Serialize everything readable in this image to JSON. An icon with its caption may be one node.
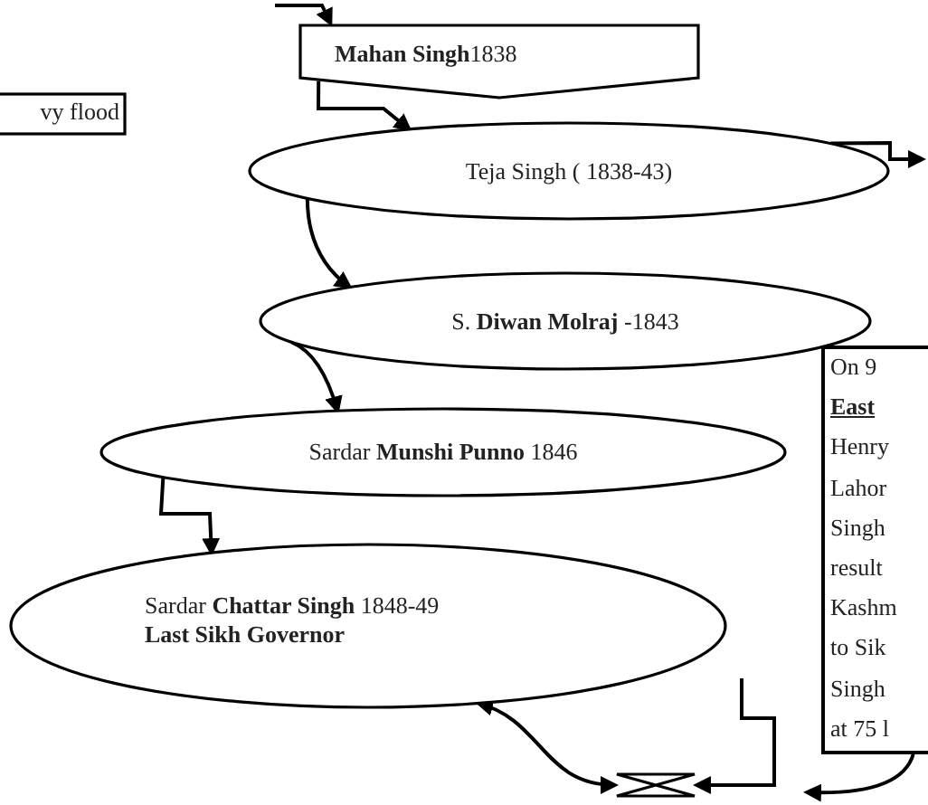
{
  "diagram": {
    "nodes": [
      {
        "text": [
          "vy flood"
        ]
      },
      {
        "text": [
          "**Mahan Singh**1838"
        ]
      },
      {
        "text": [
          "Teja Singh ( 1838-43)"
        ]
      },
      {
        "text": [
          "S. **Diwan Molraj** -1843"
        ]
      },
      {
        "text": [
          "Sardar **Munshi Punno** 1846"
        ]
      },
      {
        "text": [
          "Sardar **Chattar Singh**  1848-49",
          "Last Sikh Governor"
        ]
      },
      {
        "text": [
          "On 9 **East** Henry Lahor Singh result Kashm to Sik Singh at 75 l"
        ]
      },
      {
        "text": [],
        "shape": "hourglass"
      }
    ],
    "edges": [
      {
        "from": null,
        "to": 1,
        "arrow": "to"
      },
      {
        "from": 1,
        "to": 2,
        "arrow": "to"
      },
      {
        "from": 2,
        "to": null,
        "arrow": "to"
      },
      {
        "from": 2,
        "to": 3,
        "arrow": "to"
      },
      {
        "from": 3,
        "to": 4,
        "arrow": "to"
      },
      {
        "from": 4,
        "to": 5,
        "arrow": "to"
      },
      {
        "from": 5,
        "to": 7,
        "arrow": "both"
      },
      {
        "from": null,
        "to": 7,
        "arrow": "to"
      },
      {
        "from": 6,
        "to": null,
        "arrow": "to"
      }
    ]
  }
}
